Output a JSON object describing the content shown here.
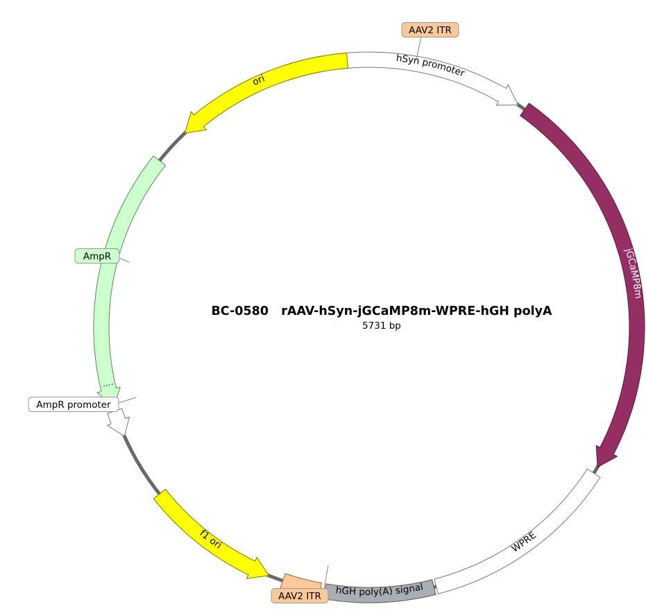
{
  "plasmid": {
    "name": "BC-0580   rAAV-hSyn-jGCaMP8m-WPRE-hGH polyA",
    "length": "5731 bp",
    "backbone_color": "#696969"
  },
  "features": [
    {
      "key": "aav2-itr-top",
      "label": "AAV2 ITR",
      "type": "box",
      "start": -18.3,
      "end": -9.8,
      "fill": "#FBC898",
      "stroke": "#8a6a4a",
      "text_color": "#000000",
      "label_mode": "external"
    },
    {
      "key": "hsyn-promoter",
      "label": "hSyn promoter",
      "type": "arrow",
      "dir": 1,
      "start": -7.5,
      "end": 33.8,
      "fill": "#ffffff",
      "stroke": "#777777",
      "text_color": "#000000",
      "label_mode": "inside"
    },
    {
      "key": "jgcamp8m",
      "label": "jGCaMP8m",
      "type": "arrow",
      "dir": 1,
      "start": 35.5,
      "end": 121.5,
      "fill": "#952F63",
      "stroke": "#5a1a3a",
      "text_color": "#ffffff",
      "label_mode": "inside"
    },
    {
      "key": "wpre",
      "label": "WPRE",
      "type": "box",
      "start": 123.0,
      "end": 165.5,
      "fill": "#ffffff",
      "stroke": "#777777",
      "text_color": "#000000",
      "label_mode": "inside"
    },
    {
      "key": "hgh-polya",
      "label": "hGH poly(A) signal",
      "type": "box",
      "start": 166.0,
      "end": 189.5,
      "fill": "#A9AEB5",
      "stroke": "#555555",
      "text_color": "#000000",
      "label_mode": "inside"
    },
    {
      "key": "aav2-itr-bottom",
      "label": "AAV2 ITR",
      "type": "box",
      "start": 190.5,
      "end": 198.8,
      "fill": "#FBC898",
      "stroke": "#8a6a4a",
      "text_color": "#000000",
      "label_mode": "external"
    },
    {
      "key": "f1-ori",
      "label": "f1 ori",
      "type": "arrow",
      "dir": -1,
      "start": 202.0,
      "end": 231.5,
      "fill": "#FFFF00",
      "stroke": "#7a7a00",
      "text_color": "#000000",
      "label_mode": "inside"
    },
    {
      "key": "ampr-promoter",
      "label": "AmpR promoter",
      "type": "arrow",
      "dir": -1,
      "start": 246.0,
      "end": 251.8,
      "fill": "#ffffff",
      "stroke": "#777777",
      "text_color": "#000000",
      "label_mode": "external"
    },
    {
      "key": "ampr",
      "label": "AmpR",
      "type": "arrow",
      "dir": -1,
      "start": 252.5,
      "end": 308.5,
      "fill": "#CCFFCC",
      "stroke": "#5a8a5a",
      "text_color": "#000000",
      "label_mode": "external"
    },
    {
      "key": "ori",
      "label": "ori",
      "type": "arrow",
      "dir": -1,
      "start": 316.5,
      "end": 355.3,
      "fill": "#FFFF00",
      "stroke": "#7a7a00",
      "text_color": "#000000",
      "label_mode": "inside"
    }
  ]
}
